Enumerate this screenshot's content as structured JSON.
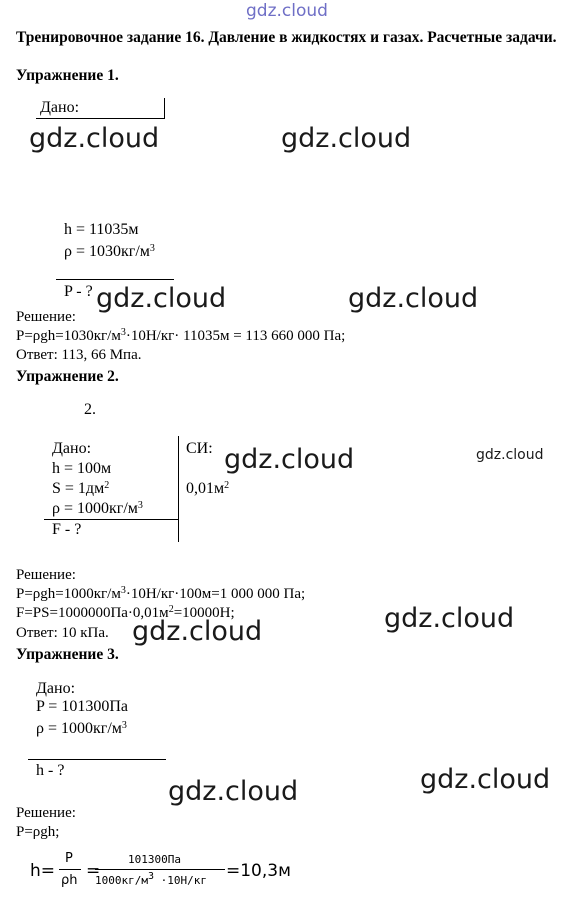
{
  "watermark": "gdz.cloud",
  "title": "Тренировочное задание 16. Давление в жидкостях и газах. Расчетные задачи.",
  "ex1": {
    "heading": "Упражнение 1.",
    "given_label": "Дано:",
    "h": "h = 11035м",
    "rho": "ρ = 1030кг/м",
    "unknown": "P - ?",
    "solution_label": "Решение:",
    "formula": "P=ρgh=1030кг/м",
    "formula_mid": "·10Н/кг· 11035м = 113 660 000 Па;",
    "answer": "Ответ: 113, 66 Мпа."
  },
  "ex2": {
    "heading": "Упражнение 2.",
    "number": "2.",
    "given_label": "Дано:",
    "si_label": "СИ:",
    "h": "h = 100м",
    "s": "S = 1дм",
    "s_si": "0,01м",
    "rho": "ρ = 1000кг/м",
    "unknown": "F - ?",
    "solution_label": "Решение:",
    "line1_a": "P=ρgh=1000кг/м",
    "line1_b": "·10Н/кг·100м=1 000 000 Па;",
    "line2_a": "F=PS=1000000Па·0,01м",
    "line2_b": "=10000Н;",
    "answer": "Ответ: 10 кПа."
  },
  "ex3": {
    "heading": "Упражнение 3.",
    "given_label": "Дано:",
    "p": "P = 101300Па",
    "rho": "ρ = 1000кг/м",
    "unknown": "h - ?",
    "solution_label": "Решение:",
    "formula": "P=ρgh;",
    "h_eq": "h=",
    "frac1_num": "P",
    "frac1_den": "ρh",
    "eq": "=",
    "frac2_num": "101300Па",
    "frac2_den_a": "1000кг/м",
    "frac2_den_b": " ·10Н/кг",
    "result": "=10,3м"
  },
  "sup": {
    "two": "2",
    "three": "3"
  }
}
